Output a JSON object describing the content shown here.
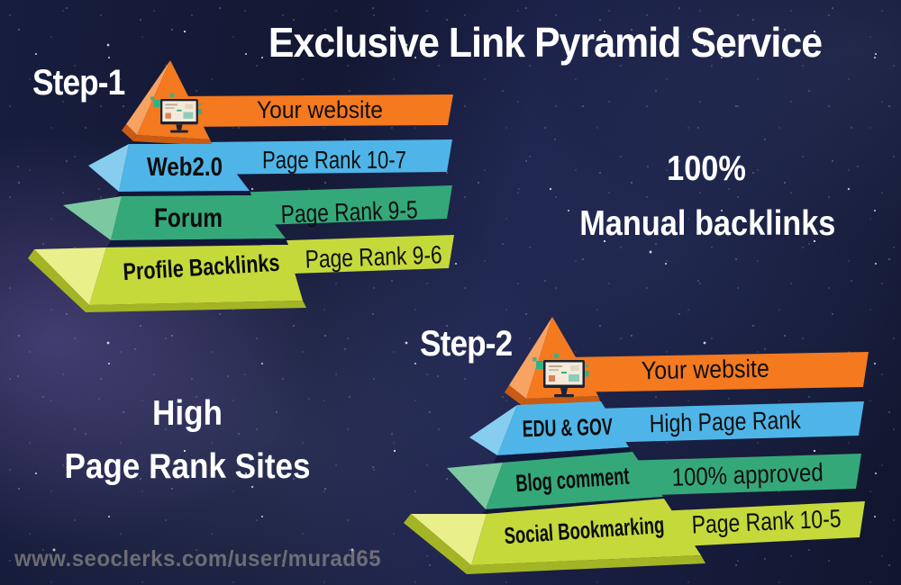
{
  "title": "Exclusive Link Pyramid Service",
  "notes": {
    "manual_line1": "100%",
    "manual_line2": "Manual backlinks",
    "high_line1": "High",
    "high_line2": "Page Rank Sites"
  },
  "footer": {
    "watermark": "www.seoclerks.com/user/murad65"
  },
  "colors": {
    "background_navy": "#141A38",
    "nebula_purple": "#7C67B6",
    "tier_orange": "#F4791F",
    "tier_orange_light": "#F8A263",
    "tier_orange_dark": "#C85C15",
    "tier_blue": "#4FB5E8",
    "tier_blue_light": "#86CDF0",
    "tier_green": "#35A87A",
    "tier_green_light": "#7CC9A1",
    "tier_yellow_green": "#C6D93B",
    "tier_yellow_light": "#E9EF8B",
    "tier_yellow_dark": "#A3B525",
    "label_black": "#111111",
    "heading_white": "#FFFFFF",
    "watermark_gray": "#9A948F"
  },
  "pyramids": [
    {
      "step_label": "Step-1",
      "icon": "computer-monitor-icon",
      "tiers": [
        {
          "label": "",
          "banner": "Your website"
        },
        {
          "label": "Web2.0",
          "banner": "Page Rank 10-7"
        },
        {
          "label": "Forum",
          "banner": "Page Rank 9-5"
        },
        {
          "label": "Profile Backlinks",
          "banner": "Page Rank 9-6"
        }
      ]
    },
    {
      "step_label": "Step-2",
      "icon": "computer-monitor-icon",
      "tiers": [
        {
          "label": "",
          "banner": "Your website"
        },
        {
          "label": "EDU & GOV",
          "banner": "High Page Rank"
        },
        {
          "label": "Blog comment",
          "banner": "100% approved"
        },
        {
          "label": "Social Bookmarking",
          "banner": "Page Rank 10-5"
        }
      ]
    }
  ]
}
